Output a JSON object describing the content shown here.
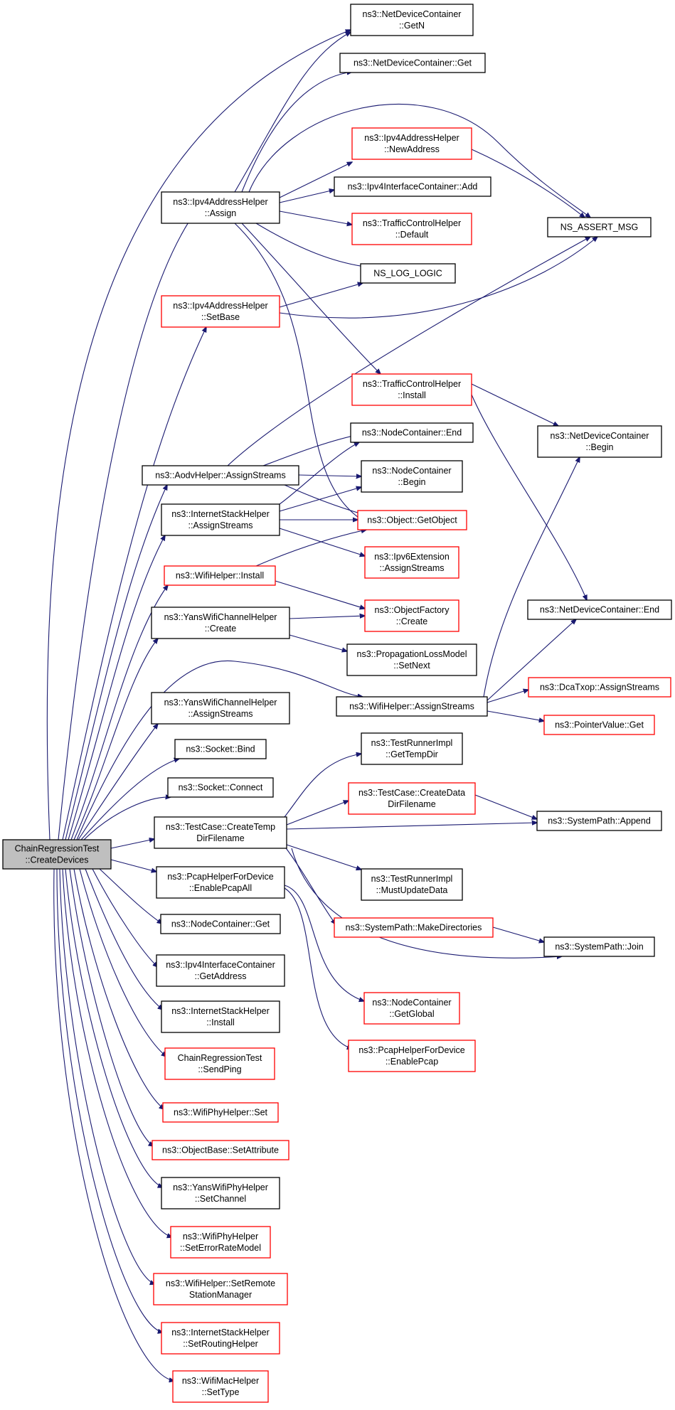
{
  "colors": {
    "edge": "#191970",
    "border_black": "#000000",
    "border_red": "#ff0000",
    "root_fill": "#bfbfbf",
    "node_fill": "#ffffff"
  },
  "nodes": [
    {
      "id": "root",
      "lines": [
        "ChainRegressionTest",
        "::CreateDevices"
      ],
      "style": "root"
    },
    {
      "id": "ndc_getn",
      "lines": [
        "ns3::NetDeviceContainer",
        "::GetN"
      ],
      "style": "black"
    },
    {
      "id": "ndc_get",
      "lines": [
        "ns3::NetDeviceContainer::Get"
      ],
      "style": "black"
    },
    {
      "id": "ipv4h_newaddr",
      "lines": [
        "ns3::Ipv4AddressHelper",
        "::NewAddress"
      ],
      "style": "red"
    },
    {
      "id": "ipv4h_assign",
      "lines": [
        "ns3::Ipv4AddressHelper",
        "::Assign"
      ],
      "style": "black"
    },
    {
      "id": "ipv4ic_add",
      "lines": [
        "ns3::Ipv4InterfaceContainer::Add"
      ],
      "style": "black"
    },
    {
      "id": "tch_default",
      "lines": [
        "ns3::TrafficControlHelper",
        "::Default"
      ],
      "style": "red"
    },
    {
      "id": "ns_assert",
      "lines": [
        "NS_ASSERT_MSG"
      ],
      "style": "black"
    },
    {
      "id": "ns_log",
      "lines": [
        "NS_LOG_LOGIC"
      ],
      "style": "black"
    },
    {
      "id": "ipv4h_setbase",
      "lines": [
        "ns3::Ipv4AddressHelper",
        "::SetBase"
      ],
      "style": "red"
    },
    {
      "id": "tch_install",
      "lines": [
        "ns3::TrafficControlHelper",
        "::Install"
      ],
      "style": "red"
    },
    {
      "id": "nc_end",
      "lines": [
        "ns3::NodeContainer::End"
      ],
      "style": "black"
    },
    {
      "id": "ndc_begin",
      "lines": [
        "ns3::NetDeviceContainer",
        "::Begin"
      ],
      "style": "black"
    },
    {
      "id": "aodv_assign",
      "lines": [
        "ns3::AodvHelper::AssignStreams"
      ],
      "style": "black"
    },
    {
      "id": "nc_begin",
      "lines": [
        "ns3::NodeContainer",
        "::Begin"
      ],
      "style": "black"
    },
    {
      "id": "ish_assign",
      "lines": [
        "ns3::InternetStackHelper",
        "::AssignStreams"
      ],
      "style": "black"
    },
    {
      "id": "obj_getobject",
      "lines": [
        "ns3::Object::GetObject"
      ],
      "style": "red"
    },
    {
      "id": "ipv6ext_assign",
      "lines": [
        "ns3::Ipv6Extension",
        "::AssignStreams"
      ],
      "style": "red"
    },
    {
      "id": "wifih_install",
      "lines": [
        "ns3::WifiHelper::Install"
      ],
      "style": "red"
    },
    {
      "id": "yans_create",
      "lines": [
        "ns3::YansWifiChannelHelper",
        "::Create"
      ],
      "style": "black"
    },
    {
      "id": "objfactory_create",
      "lines": [
        "ns3::ObjectFactory",
        "::Create"
      ],
      "style": "red"
    },
    {
      "id": "ndc_end",
      "lines": [
        "ns3::NetDeviceContainer::End"
      ],
      "style": "black"
    },
    {
      "id": "plm_setnext",
      "lines": [
        "ns3::PropagationLossModel",
        "::SetNext"
      ],
      "style": "black"
    },
    {
      "id": "wifih_assign",
      "lines": [
        "ns3::WifiHelper::AssignStreams"
      ],
      "style": "black"
    },
    {
      "id": "dcatxop_assign",
      "lines": [
        "ns3::DcaTxop::AssignStreams"
      ],
      "style": "red"
    },
    {
      "id": "yans_assign",
      "lines": [
        "ns3::YansWifiChannelHelper",
        "::AssignStreams"
      ],
      "style": "black"
    },
    {
      "id": "pointer_get",
      "lines": [
        "ns3::PointerValue::Get"
      ],
      "style": "red"
    },
    {
      "id": "socket_bind",
      "lines": [
        "ns3::Socket::Bind"
      ],
      "style": "black"
    },
    {
      "id": "tri_gettemp",
      "lines": [
        "ns3::TestRunnerImpl",
        "::GetTempDir"
      ],
      "style": "black"
    },
    {
      "id": "socket_connect",
      "lines": [
        "ns3::Socket::Connect"
      ],
      "style": "black"
    },
    {
      "id": "tc_createdata",
      "lines": [
        "ns3::TestCase::CreateData",
        "DirFilename"
      ],
      "style": "red"
    },
    {
      "id": "tc_createtemp",
      "lines": [
        "ns3::TestCase::CreateTemp",
        "DirFilename"
      ],
      "style": "black"
    },
    {
      "id": "sp_append",
      "lines": [
        "ns3::SystemPath::Append"
      ],
      "style": "black"
    },
    {
      "id": "pcap_enableall",
      "lines": [
        "ns3::PcapHelperForDevice",
        "::EnablePcapAll"
      ],
      "style": "black"
    },
    {
      "id": "tri_mustupdate",
      "lines": [
        "ns3::TestRunnerImpl",
        "::MustUpdateData"
      ],
      "style": "black"
    },
    {
      "id": "nc_get",
      "lines": [
        "ns3::NodeContainer::Get"
      ],
      "style": "black"
    },
    {
      "id": "sp_makedirs",
      "lines": [
        "ns3::SystemPath::MakeDirectories"
      ],
      "style": "red"
    },
    {
      "id": "sp_join",
      "lines": [
        "ns3::SystemPath::Join"
      ],
      "style": "black"
    },
    {
      "id": "ipv4ic_getaddr",
      "lines": [
        "ns3::Ipv4InterfaceContainer",
        "::GetAddress"
      ],
      "style": "black"
    },
    {
      "id": "nc_getglobal",
      "lines": [
        "ns3::NodeContainer",
        "::GetGlobal"
      ],
      "style": "red"
    },
    {
      "id": "ish_install",
      "lines": [
        "ns3::InternetStackHelper",
        "::Install"
      ],
      "style": "black"
    },
    {
      "id": "pcap_enable",
      "lines": [
        "ns3::PcapHelperForDevice",
        "::EnablePcap"
      ],
      "style": "red"
    },
    {
      "id": "crt_sendping",
      "lines": [
        "ChainRegressionTest",
        "::SendPing"
      ],
      "style": "red"
    },
    {
      "id": "wph_set",
      "lines": [
        "ns3::WifiPhyHelper::Set"
      ],
      "style": "red"
    },
    {
      "id": "ob_setattr",
      "lines": [
        "ns3::ObjectBase::SetAttribute"
      ],
      "style": "red"
    },
    {
      "id": "ywph_setchannel",
      "lines": [
        "ns3::YansWifiPhyHelper",
        "::SetChannel"
      ],
      "style": "black"
    },
    {
      "id": "wph_seterror",
      "lines": [
        "ns3::WifiPhyHelper",
        "::SetErrorRateModel"
      ],
      "style": "red"
    },
    {
      "id": "wifih_setremote",
      "lines": [
        "ns3::WifiHelper::SetRemote",
        "StationManager"
      ],
      "style": "red"
    },
    {
      "id": "ish_setrouting",
      "lines": [
        "ns3::InternetStackHelper",
        "::SetRoutingHelper"
      ],
      "style": "red"
    },
    {
      "id": "wmh_settype",
      "lines": [
        "ns3::WifiMacHelper",
        "::SetType"
      ],
      "style": "red"
    }
  ]
}
